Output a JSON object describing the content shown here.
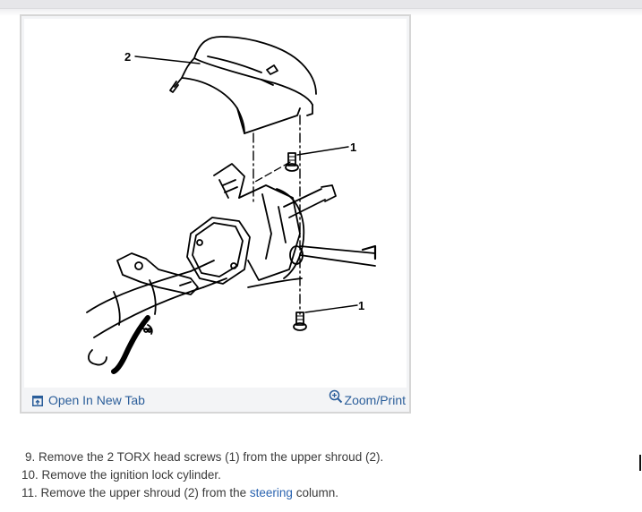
{
  "figure": {
    "diagram": {
      "description": "Steering column exploded view with upper shroud and TORX screws",
      "callouts": [
        {
          "id": "callout-2",
          "label": "2",
          "meaning": "upper shroud"
        },
        {
          "id": "callout-1a",
          "label": "1",
          "meaning": "TORX head screw"
        },
        {
          "id": "callout-1b",
          "label": "1",
          "meaning": "TORX head screw"
        }
      ]
    },
    "footer": {
      "open_new_tab_label": "Open In New Tab",
      "open_new_tab_icon": "open-in-new-tab-icon",
      "zoom_print_label": "Zoom/Print",
      "zoom_print_icon": "zoom-in-icon"
    }
  },
  "steps": [
    {
      "number": "9.",
      "text": "Remove the 2 TORX head screws (1) from the upper shroud (2)."
    },
    {
      "number": "10.",
      "text": "Remove the ignition lock cylinder."
    },
    {
      "number": "11.",
      "text_before": "Remove the upper shroud (2) from the ",
      "link": "steering",
      "text_after": " column."
    }
  ],
  "colors": {
    "link": "#2b5e9a",
    "body_text": "#3a3a3a",
    "figure_border": "#d6d6d6",
    "figure_footer_bg": "#f3f4f6",
    "topbar": "#e6e6e9"
  }
}
